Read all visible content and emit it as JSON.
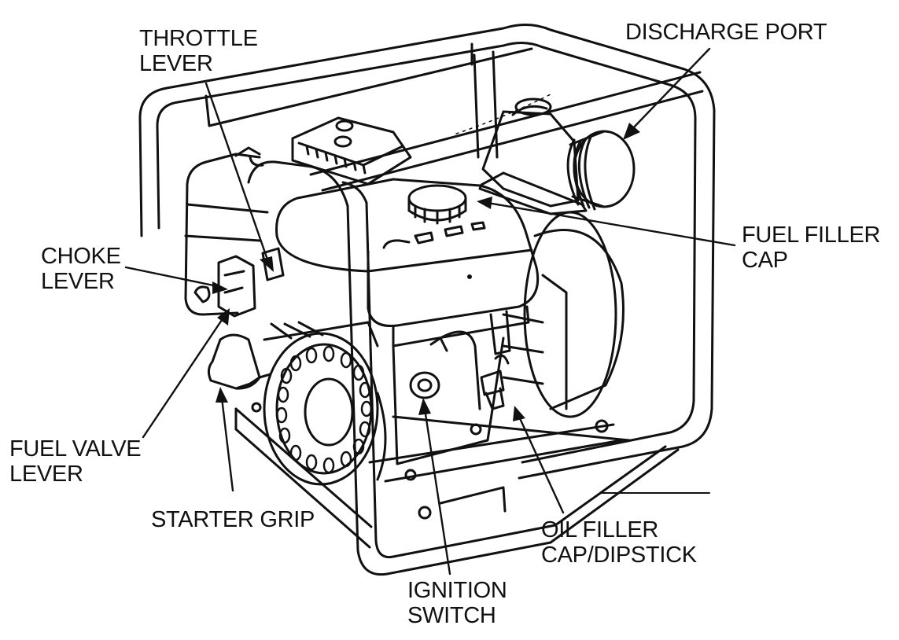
{
  "diagram": {
    "labels": {
      "throttle_lever": [
        "THROTTLE",
        "LEVER"
      ],
      "discharge_port": [
        "DISCHARGE PORT"
      ],
      "choke_lever": [
        "CHOKE",
        "LEVER"
      ],
      "fuel_filler_cap": [
        "FUEL FILLER",
        "CAP"
      ],
      "fuel_valve_lever": [
        "FUEL VALVE",
        "LEVER"
      ],
      "starter_grip": [
        "STARTER GRIP"
      ],
      "oil_filler_cap_dipstick": [
        "OIL FILLER",
        "CAP/DIPSTICK"
      ],
      "ignition_switch": [
        "IGNITION",
        "SWITCH"
      ]
    },
    "colors": {
      "ink": "#111111",
      "background": "#ffffff"
    }
  }
}
